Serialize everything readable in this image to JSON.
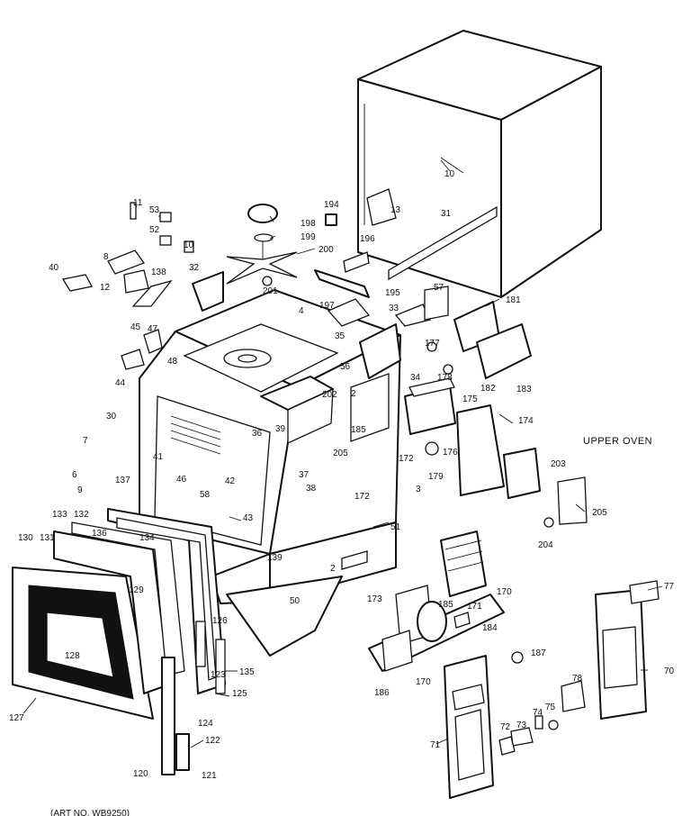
{
  "diagram": {
    "section_title": "UPPER OVEN",
    "footer_note": "(ART NO. WB9250)",
    "parts": [
      {
        "id": "p10",
        "number": "10"
      },
      {
        "id": "p11",
        "number": "11"
      },
      {
        "id": "p53",
        "number": "53"
      },
      {
        "id": "p52",
        "number": "52"
      },
      {
        "id": "p10b",
        "number": "10"
      },
      {
        "id": "p8",
        "number": "8"
      },
      {
        "id": "p40",
        "number": "40"
      },
      {
        "id": "p12",
        "number": "12"
      },
      {
        "id": "p138",
        "number": "138"
      },
      {
        "id": "p32",
        "number": "32"
      },
      {
        "id": "p198",
        "number": "198"
      },
      {
        "id": "p199",
        "number": "199"
      },
      {
        "id": "p200",
        "number": "200"
      },
      {
        "id": "p201",
        "number": "201"
      },
      {
        "id": "p194",
        "number": "194"
      },
      {
        "id": "p196",
        "number": "196"
      },
      {
        "id": "p195",
        "number": "195"
      },
      {
        "id": "p197",
        "number": "197"
      },
      {
        "id": "p13",
        "number": "13"
      },
      {
        "id": "p31",
        "number": "31"
      },
      {
        "id": "p181",
        "number": "181"
      },
      {
        "id": "p57",
        "number": "57"
      },
      {
        "id": "p4",
        "number": "4"
      },
      {
        "id": "p33",
        "number": "33"
      },
      {
        "id": "p35",
        "number": "35"
      },
      {
        "id": "p34",
        "number": "34"
      },
      {
        "id": "p177",
        "number": "177"
      },
      {
        "id": "p178",
        "number": "178"
      },
      {
        "id": "p183",
        "number": "183"
      },
      {
        "id": "p56",
        "number": "56"
      },
      {
        "id": "p47",
        "number": "47"
      },
      {
        "id": "p45",
        "number": "45"
      },
      {
        "id": "p48",
        "number": "48"
      },
      {
        "id": "p44",
        "number": "44"
      },
      {
        "id": "p30",
        "number": "30"
      },
      {
        "id": "p202",
        "number": "202"
      },
      {
        "id": "p2",
        "number": "2"
      },
      {
        "id": "p175",
        "number": "175"
      },
      {
        "id": "p182",
        "number": "182"
      },
      {
        "id": "p174",
        "number": "174"
      },
      {
        "id": "p7",
        "number": "7"
      },
      {
        "id": "p6",
        "number": "6"
      },
      {
        "id": "p9",
        "number": "9"
      },
      {
        "id": "p41",
        "number": "41"
      },
      {
        "id": "p46",
        "number": "46"
      },
      {
        "id": "p42",
        "number": "42"
      },
      {
        "id": "p58",
        "number": "58"
      },
      {
        "id": "p43",
        "number": "43"
      },
      {
        "id": "p36",
        "number": "36"
      },
      {
        "id": "p39",
        "number": "39"
      },
      {
        "id": "p185",
        "number": "185"
      },
      {
        "id": "p205",
        "number": "205"
      },
      {
        "id": "p37",
        "number": "37"
      },
      {
        "id": "p38",
        "number": "38"
      },
      {
        "id": "p172",
        "number": "172"
      },
      {
        "id": "p172b",
        "number": "172"
      },
      {
        "id": "p176",
        "number": "176"
      },
      {
        "id": "p179",
        "number": "179"
      },
      {
        "id": "p3",
        "number": "3"
      },
      {
        "id": "p203",
        "number": "203"
      },
      {
        "id": "p205b",
        "number": "205"
      },
      {
        "id": "p204",
        "number": "204"
      },
      {
        "id": "p137",
        "number": "137"
      },
      {
        "id": "p133",
        "number": "133"
      },
      {
        "id": "p132",
        "number": "132"
      },
      {
        "id": "p130",
        "number": "130"
      },
      {
        "id": "p131",
        "number": "131"
      },
      {
        "id": "p136",
        "number": "136"
      },
      {
        "id": "p134",
        "number": "134"
      },
      {
        "id": "p129",
        "number": "129"
      },
      {
        "id": "p51",
        "number": "51"
      },
      {
        "id": "p139",
        "number": "139"
      },
      {
        "id": "p2b",
        "number": "2"
      },
      {
        "id": "p50",
        "number": "50"
      },
      {
        "id": "p170",
        "number": "170"
      },
      {
        "id": "p173",
        "number": "173"
      },
      {
        "id": "p185b",
        "number": "185"
      },
      {
        "id": "p171",
        "number": "171"
      },
      {
        "id": "p184",
        "number": "184"
      },
      {
        "id": "p77",
        "number": "77"
      },
      {
        "id": "p128",
        "number": "128"
      },
      {
        "id": "p126",
        "number": "126"
      },
      {
        "id": "p135",
        "number": "135"
      },
      {
        "id": "p125",
        "number": "125"
      },
      {
        "id": "p123",
        "number": "123"
      },
      {
        "id": "p124",
        "number": "124"
      },
      {
        "id": "p122",
        "number": "122"
      },
      {
        "id": "p127",
        "number": "127"
      },
      {
        "id": "p120",
        "number": "120"
      },
      {
        "id": "p121",
        "number": "121"
      },
      {
        "id": "p187",
        "number": "187"
      },
      {
        "id": "p186",
        "number": "186"
      },
      {
        "id": "p170b",
        "number": "170"
      },
      {
        "id": "p78",
        "number": "78"
      },
      {
        "id": "p70",
        "number": "70"
      },
      {
        "id": "p75",
        "number": "75"
      },
      {
        "id": "p74",
        "number": "74"
      },
      {
        "id": "p73",
        "number": "73"
      },
      {
        "id": "p72",
        "number": "72"
      },
      {
        "id": "p71",
        "number": "71"
      }
    ]
  }
}
